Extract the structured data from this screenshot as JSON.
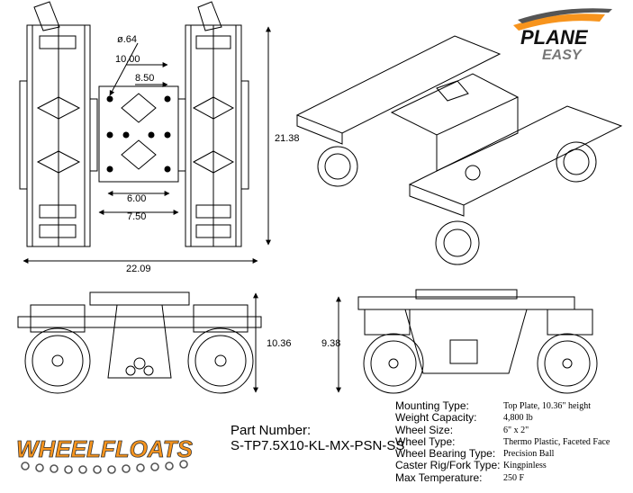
{
  "logo": {
    "top_brand_line1": "PLANE",
    "top_brand_line2": "EASY",
    "bottom_brand": "WHEELFLOATS"
  },
  "dimensions": {
    "hole_diameter": "ø.64",
    "plate_hole_width": "10.00",
    "plate_hole_inner": "8.50",
    "overall_length": "21.38",
    "bolt_spacing": "6.00",
    "plate_width": "7.50",
    "overall_width": "22.09",
    "side_height": "10.36",
    "front_height": "9.38"
  },
  "part": {
    "label": "Part Number:",
    "number": "S-TP7.5X10-KL-MX-PSN-SS"
  },
  "specs": [
    {
      "label": "Mounting Type:",
      "value": "Top Plate, 10.36\" height"
    },
    {
      "label": "Weight Capacity:",
      "value": "4,800 lb"
    },
    {
      "label": "Wheel Size:",
      "value": "6\" x 2\""
    },
    {
      "label": "Wheel Type:",
      "value": "Thermo Plastic, Faceted Face"
    },
    {
      "label": "Wheel Bearing Type:",
      "value": "Precision Ball"
    },
    {
      "label": "Caster Rig/Fork Type:",
      "value": "Kingpinless"
    },
    {
      "label": "Max Temperature:",
      "value": "250 F"
    }
  ],
  "colors": {
    "line": "#000000",
    "logo_orange": "#f7941d",
    "logo_gray": "#555555"
  }
}
